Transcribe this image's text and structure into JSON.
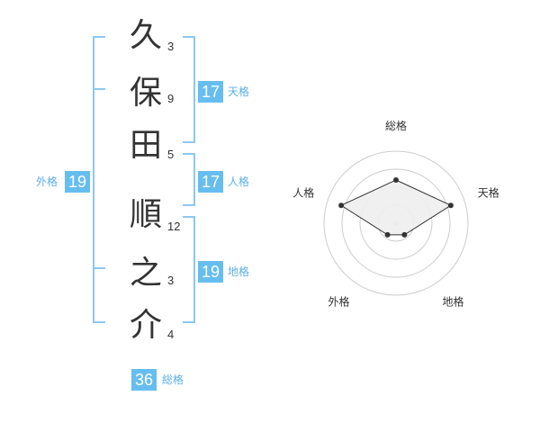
{
  "name": {
    "characters": [
      {
        "char": "久",
        "strokes": "3"
      },
      {
        "char": "保",
        "strokes": "9"
      },
      {
        "char": "田",
        "strokes": "5"
      },
      {
        "char": "順",
        "strokes": "12"
      },
      {
        "char": "之",
        "strokes": "3"
      },
      {
        "char": "介",
        "strokes": "4"
      }
    ]
  },
  "kakusu": {
    "tenkaku": {
      "value": "17",
      "label": "天格"
    },
    "jinkaku": {
      "value": "17",
      "label": "人格"
    },
    "chikaku": {
      "value": "19",
      "label": "地格"
    },
    "gaikaku": {
      "value": "19",
      "label": "外格"
    },
    "soukaku": {
      "value": "36",
      "label": "総格"
    }
  },
  "radar": {
    "axes": [
      "総格",
      "天格",
      "地格",
      "外格",
      "人格"
    ],
    "levels": 4,
    "scores": [
      3,
      4,
      1,
      1,
      4
    ],
    "max_score": 5,
    "colors": {
      "fill": "#eeeeee",
      "stroke": "#333333",
      "ring": "#cccccc"
    }
  },
  "colors": {
    "accent": "#66bdf0",
    "bracket": "#8cc8f0",
    "label": "#5bb0e6"
  }
}
